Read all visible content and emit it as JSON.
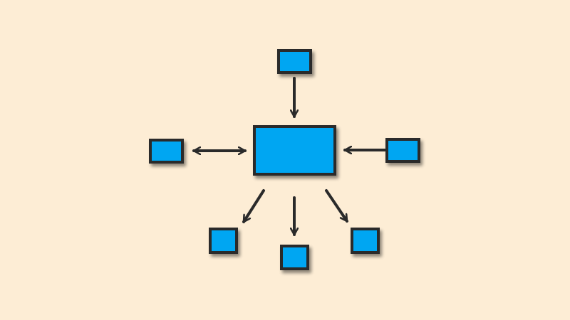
{
  "colors": {
    "background": "#FDEDD5",
    "node_fill": "#02A6F2",
    "stroke": "#2A2A2A",
    "shadow": "#8A8378"
  },
  "diagram": {
    "type": "hub-and-spoke",
    "nodes": [
      {
        "id": "hub",
        "role": "central"
      },
      {
        "id": "top",
        "role": "peripheral"
      },
      {
        "id": "left",
        "role": "peripheral"
      },
      {
        "id": "right",
        "role": "peripheral"
      },
      {
        "id": "bottom-left",
        "role": "peripheral"
      },
      {
        "id": "bottom-center",
        "role": "peripheral"
      },
      {
        "id": "bottom-right",
        "role": "peripheral"
      }
    ],
    "edges": [
      {
        "from": "top",
        "to": "hub",
        "direction": "one-way"
      },
      {
        "from": "right",
        "to": "hub",
        "direction": "one-way"
      },
      {
        "from": "left",
        "to": "hub",
        "direction": "two-way"
      },
      {
        "from": "hub",
        "to": "bottom-left",
        "direction": "one-way"
      },
      {
        "from": "hub",
        "to": "bottom-center",
        "direction": "one-way"
      },
      {
        "from": "hub",
        "to": "bottom-right",
        "direction": "one-way"
      }
    ]
  }
}
